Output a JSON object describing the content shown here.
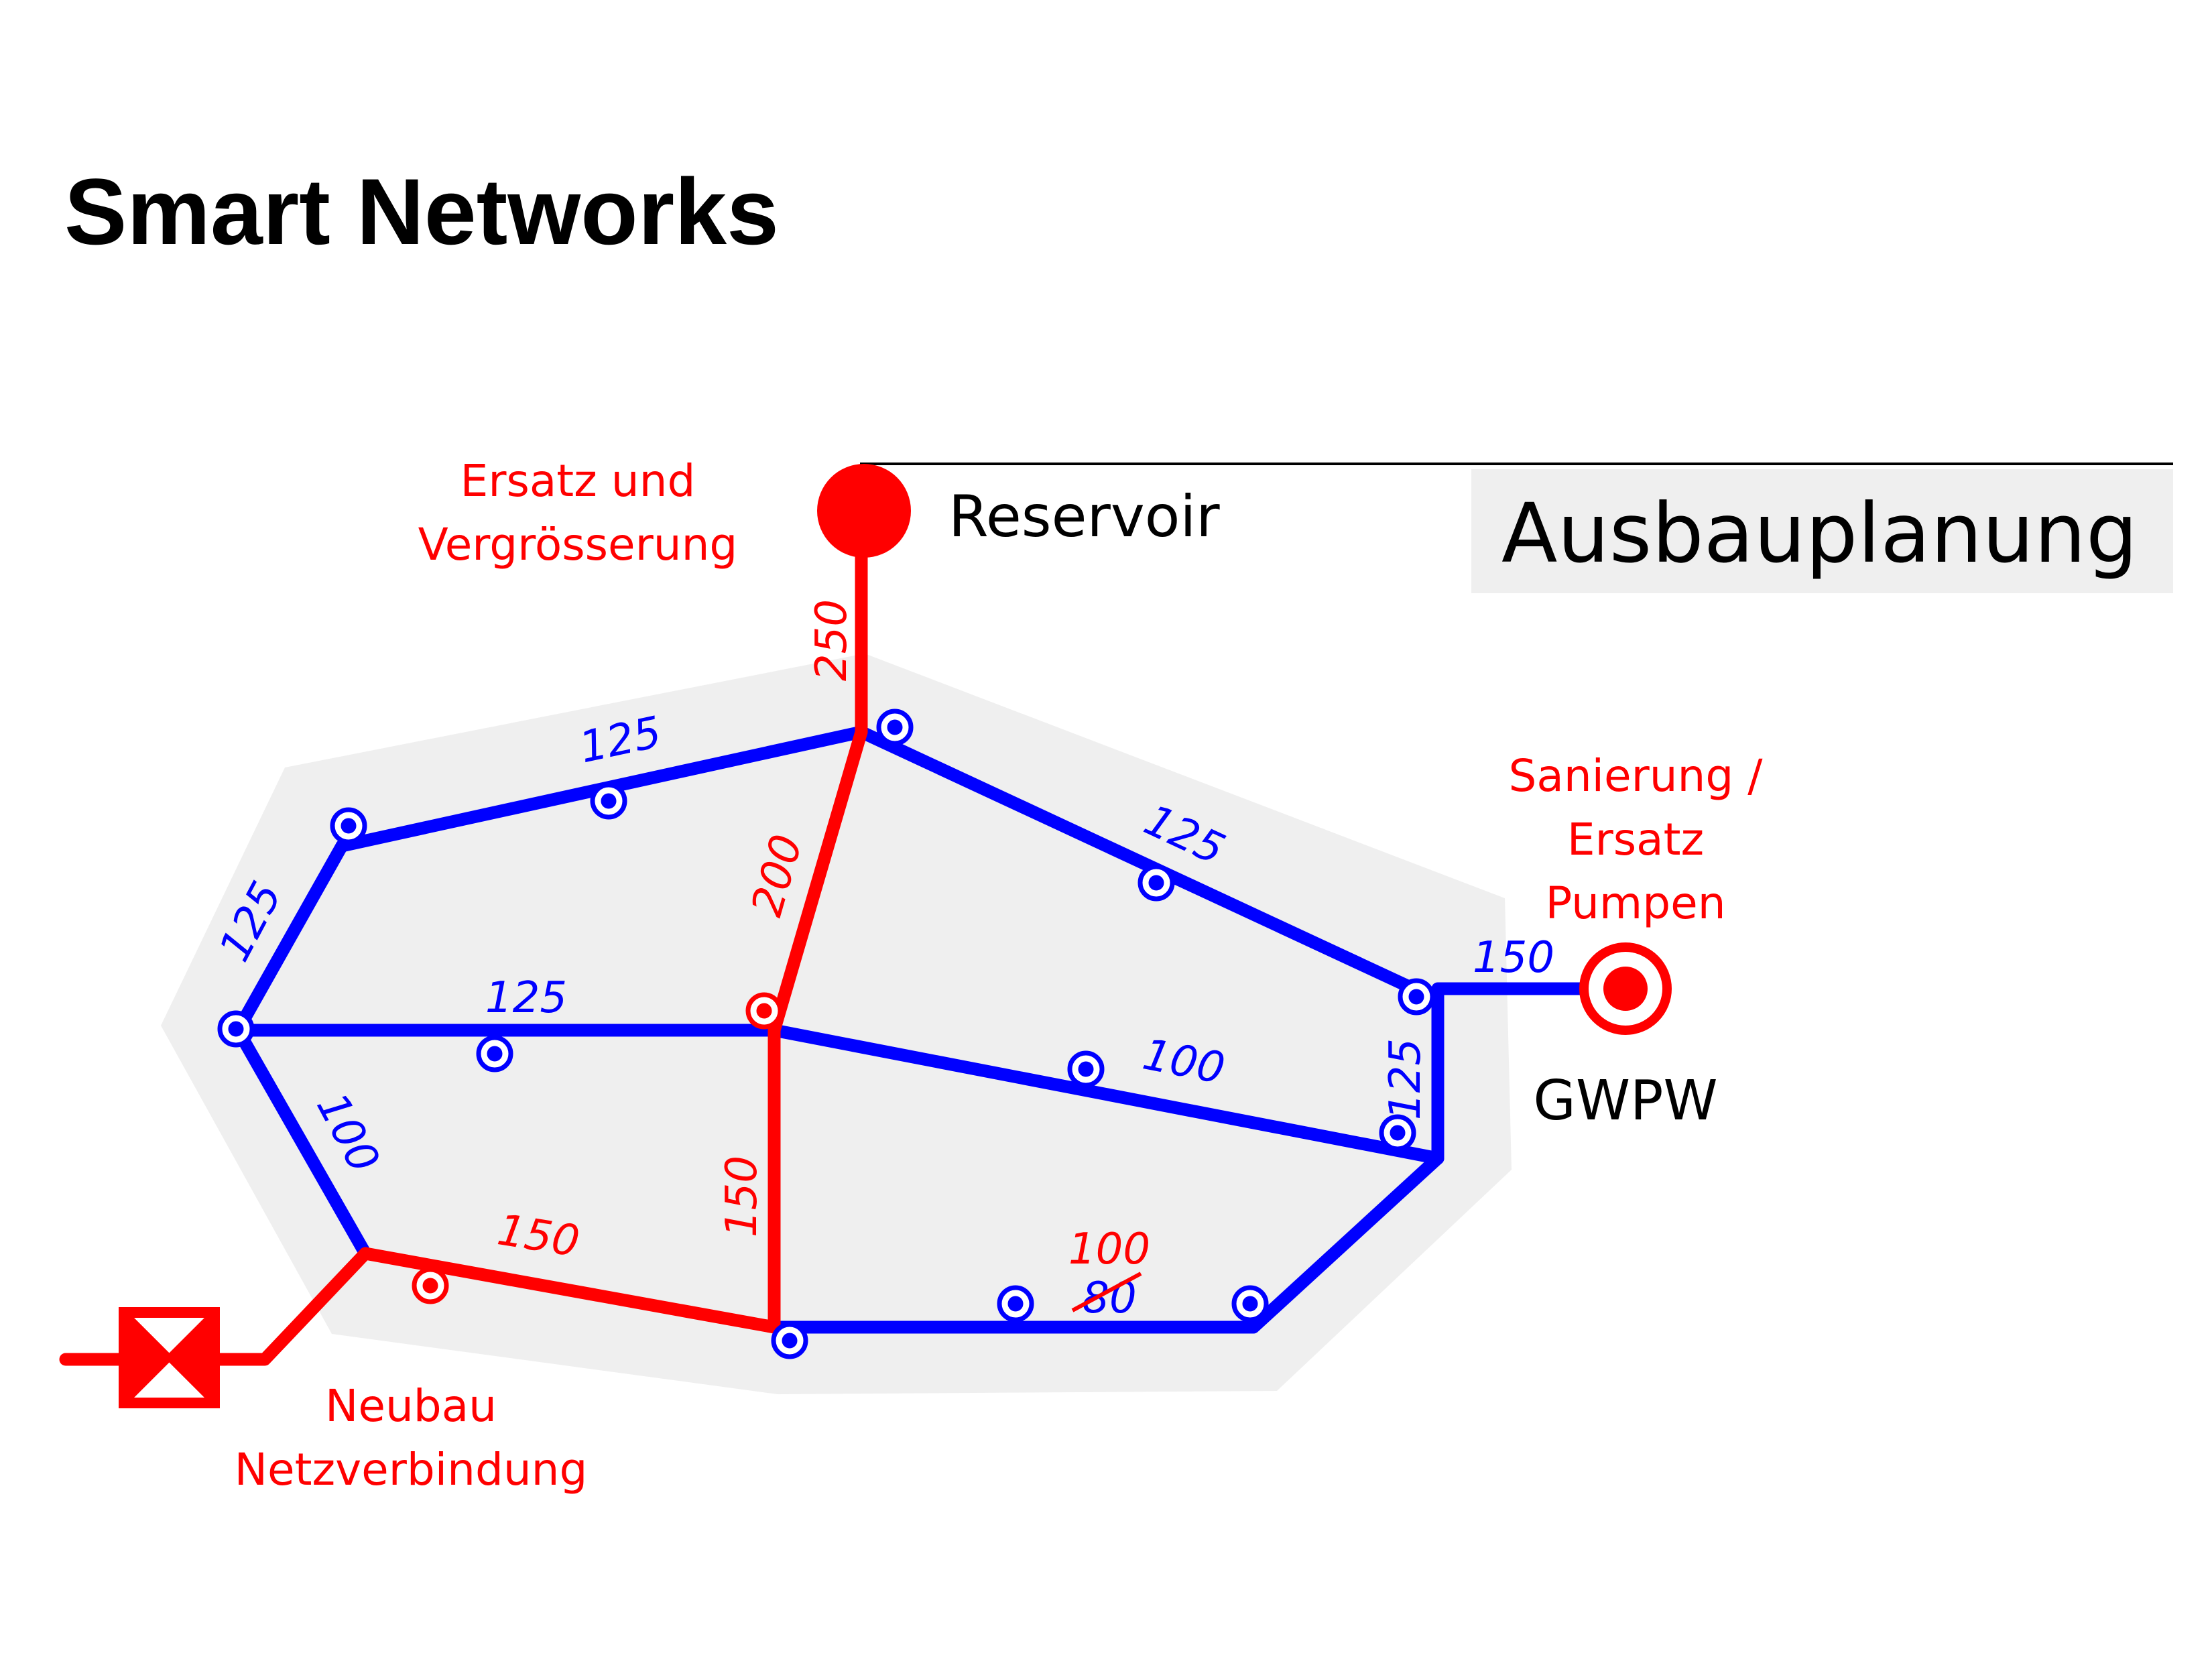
{
  "title": "Smart Networks",
  "header_box": "Ausbauplanung",
  "colors": {
    "existing": "#0000ff",
    "planned": "#ff0000",
    "zone": "#efefef",
    "header_bg": "#efefef",
    "text": "#000000"
  },
  "nodes": {
    "reservoir": "Reservoir",
    "pumpwork": "GWPW"
  },
  "annotations": {
    "reservoir_note": [
      "Ersatz und",
      "Vergrösserung"
    ],
    "pump_note": [
      "Sanierung /",
      "Ersatz",
      "Pumpen"
    ],
    "connection_note": [
      "Neubau",
      "Netzverbindung"
    ]
  },
  "pipes": {
    "reservoir_main": "250",
    "top_left": "125",
    "top_right": "125",
    "left_upper": "125",
    "center_horizontal": "125",
    "center_vertical_upper": "200",
    "center_vertical_lower": "150",
    "center_diagonal": "100",
    "right_vertical": "125",
    "pump_link": "150",
    "left_lower": "100",
    "bottom_left": "150",
    "bottom_right_new": "100",
    "bottom_right_old": "80"
  },
  "icons": {
    "valve": "valve-icon",
    "hydrant": "hydrant-icon",
    "reservoir": "reservoir-icon",
    "pump": "pump-icon"
  }
}
